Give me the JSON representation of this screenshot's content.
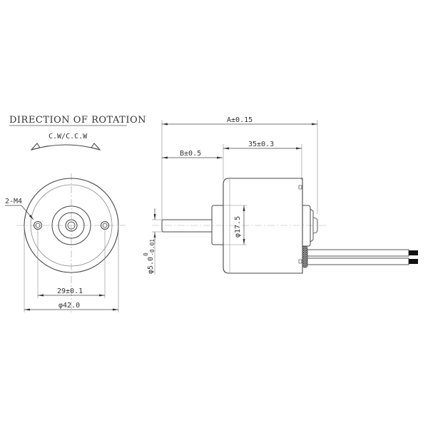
{
  "drawing": {
    "rotation_title": "DIRECTION OF ROTATION",
    "rotation_label": "C.W/C.C.W",
    "front_view": {
      "hole_callout": "2-M4",
      "hole_spacing": "29±0.1",
      "outer_diameter": "φ42.0"
    },
    "side_view": {
      "overall_length": "A±0.15",
      "body_length": "35±0.3",
      "shaft_length": "B±0.5",
      "boss_diameter": "φ17.5",
      "shaft_diameter": "φ5.0",
      "shaft_tol_upper": "0",
      "shaft_tol_lower": "-0.01"
    },
    "colors": {
      "line": "#444444",
      "thin": "#888888",
      "wire_end": "#111111"
    }
  }
}
